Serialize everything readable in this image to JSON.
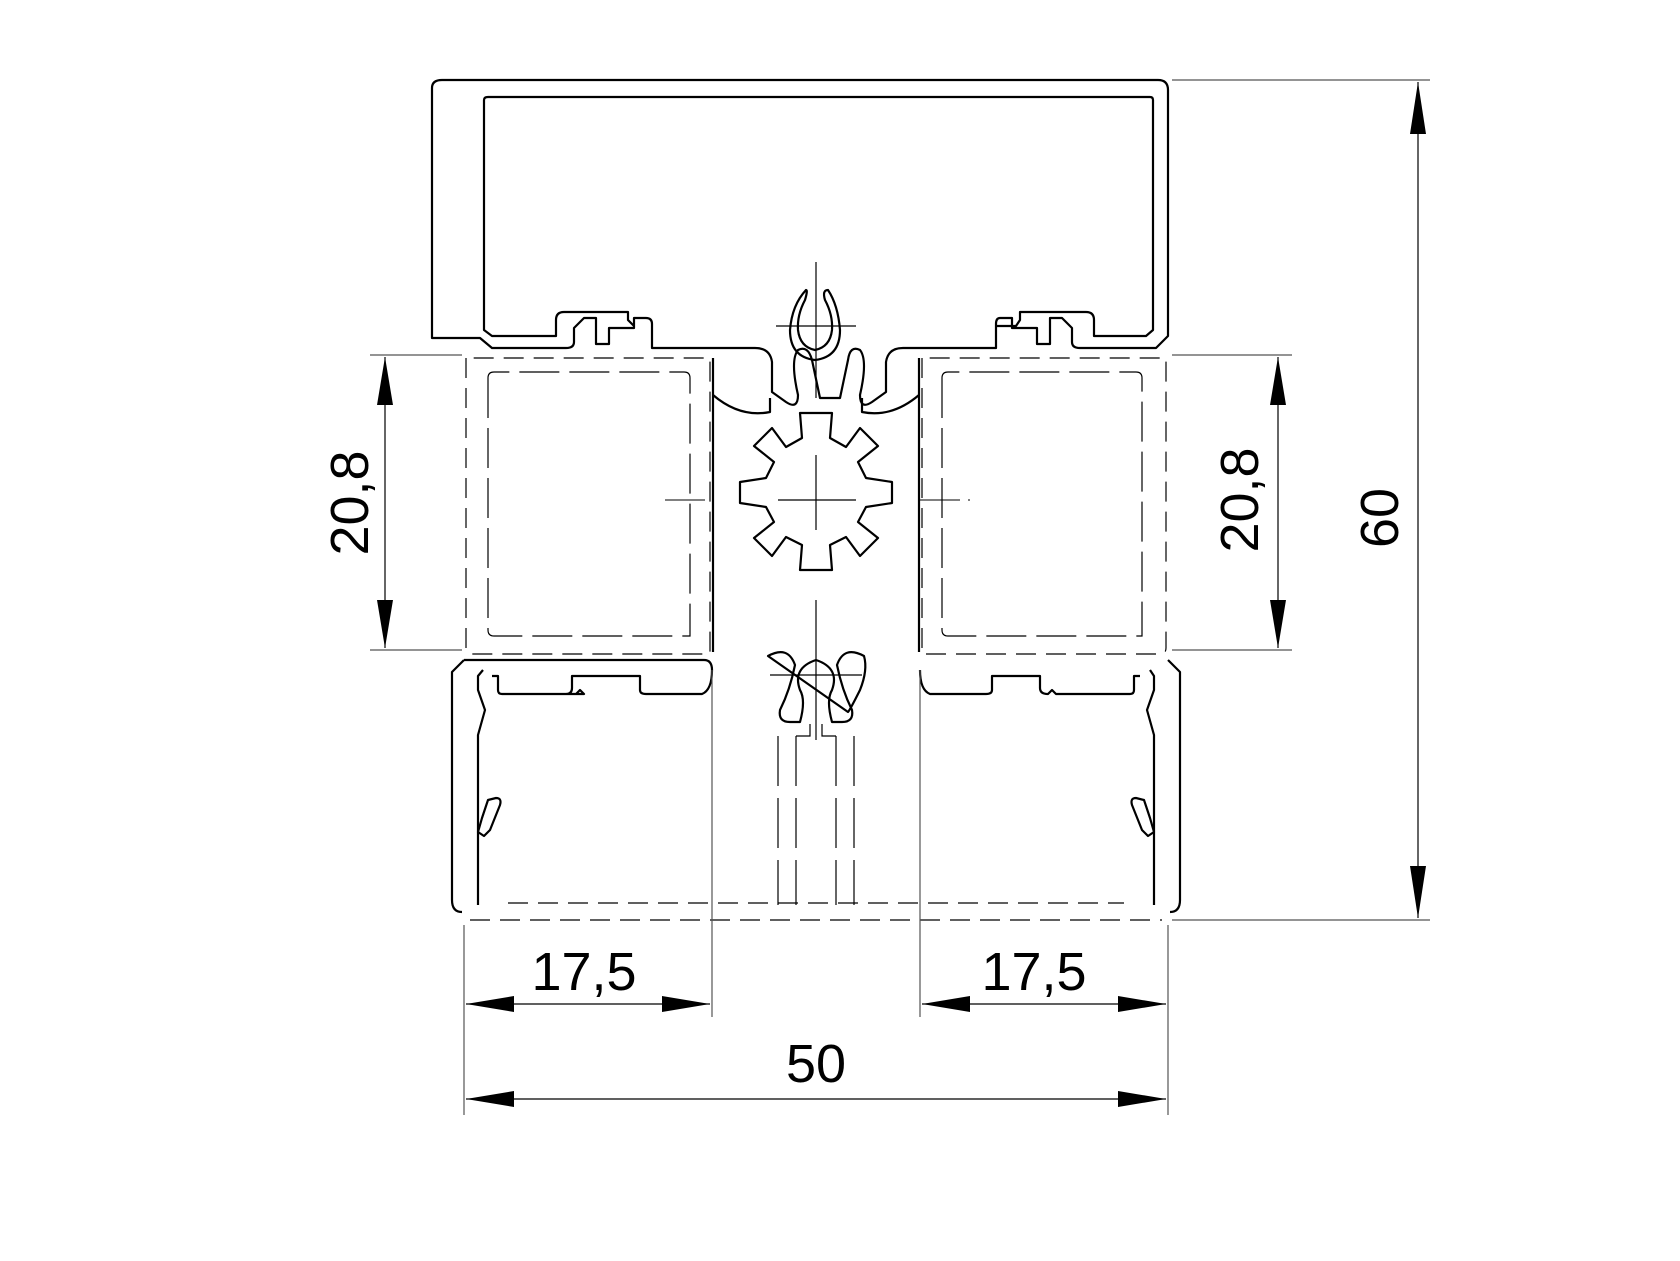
{
  "drawing": {
    "type": "aluminium profile cross-section",
    "colors": {
      "line": "#000000",
      "background": "#ffffff",
      "extension_line": "#555555"
    },
    "dimensions": {
      "overall_width": "50",
      "overall_height": "60",
      "left_chamber_width": "17,5",
      "right_chamber_width": "17,5",
      "left_chamber_height": "20,8",
      "right_chamber_height": "20,8"
    }
  }
}
